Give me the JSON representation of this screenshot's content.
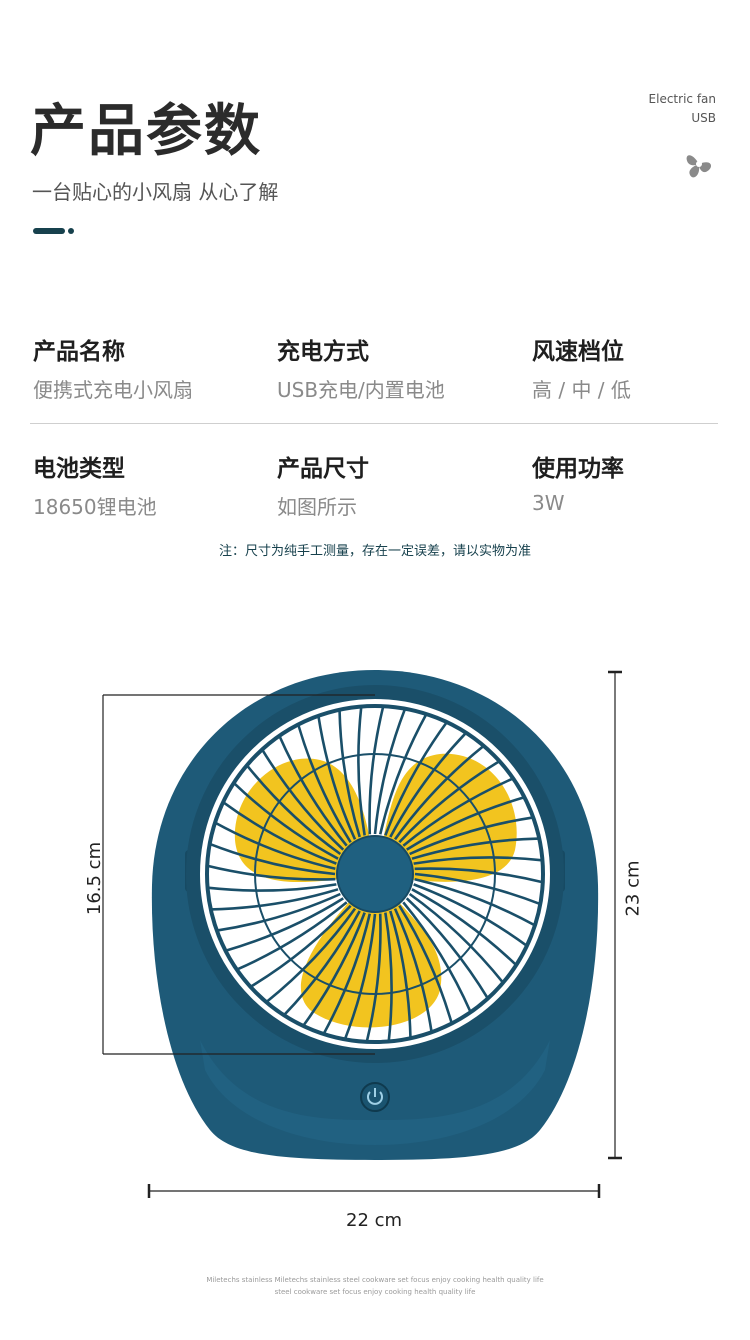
{
  "header": {
    "title": "产品参数",
    "subtitle": "一台贴心的小风扇 从心了解",
    "tag_line1": "Electric fan",
    "tag_line2": "USB",
    "logo_icon": "fan-icon"
  },
  "specs": [
    {
      "label": "产品名称",
      "value": "便携式充电小风扇"
    },
    {
      "label": "充电方式",
      "value": "USB充电/内置电池"
    },
    {
      "label": "风速档位",
      "value": "高 / 中 / 低"
    },
    {
      "label": "电池类型",
      "value": "18650锂电池"
    },
    {
      "label": "产品尺寸",
      "value": "如图所示"
    },
    {
      "label": "使用功率",
      "value": "3W"
    }
  ],
  "note": "注：尺寸为纯手工测量，存在一定误差，请以实物为准",
  "dimensions": {
    "height": "23 cm",
    "grille_diameter": "16.5 cm",
    "width": "22 cm"
  },
  "product_colors": {
    "body": "#1e5a78",
    "blades": "#f2c41f",
    "accent": "#17414d"
  },
  "footer": {
    "line1": "Miletechs stainless Miletechs stainless steel cookware set focus enjoy cooking health quality life",
    "line2": "steel cookware set focus enjoy cooking health quality life"
  }
}
